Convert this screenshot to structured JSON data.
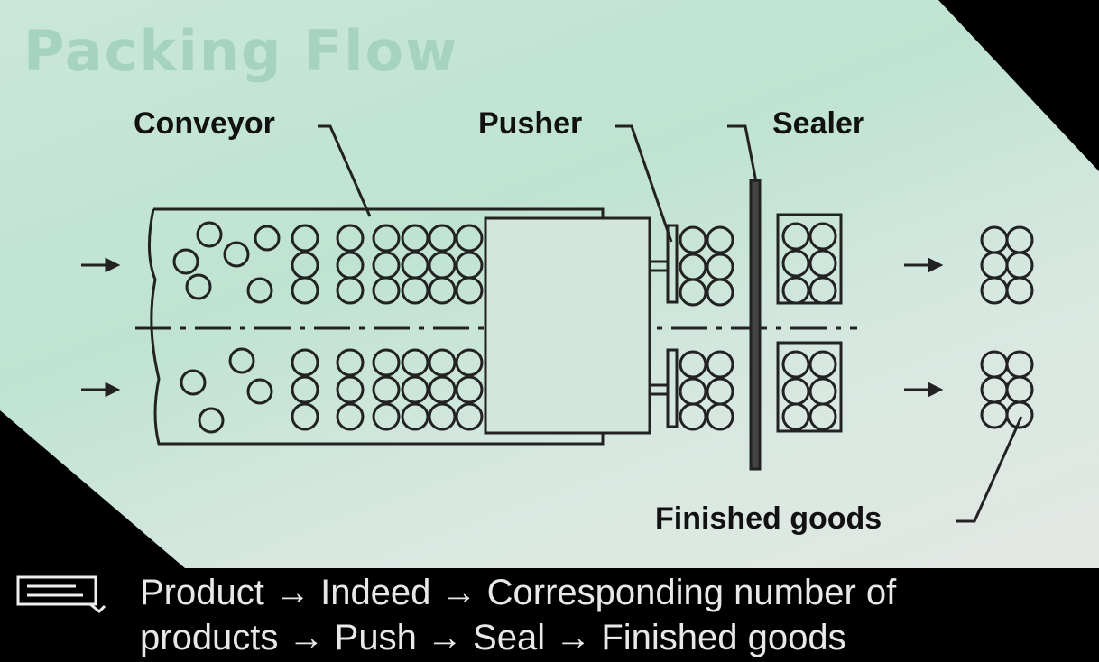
{
  "title": "Packing Flow",
  "labels": {
    "conveyor": "Conveyor",
    "pusher": "Pusher",
    "sealer": "Sealer",
    "finished_goods": "Finished goods"
  },
  "caption": {
    "line1": "Product → Indeed → Corresponding number of",
    "line2": "products → Push → Seal → Finished goods"
  },
  "icons": {
    "caption_icon": "keyboard-icon"
  },
  "colors": {
    "panel": "#c9e7da",
    "background": "#000000",
    "caption_text": "#e8e8e8"
  }
}
